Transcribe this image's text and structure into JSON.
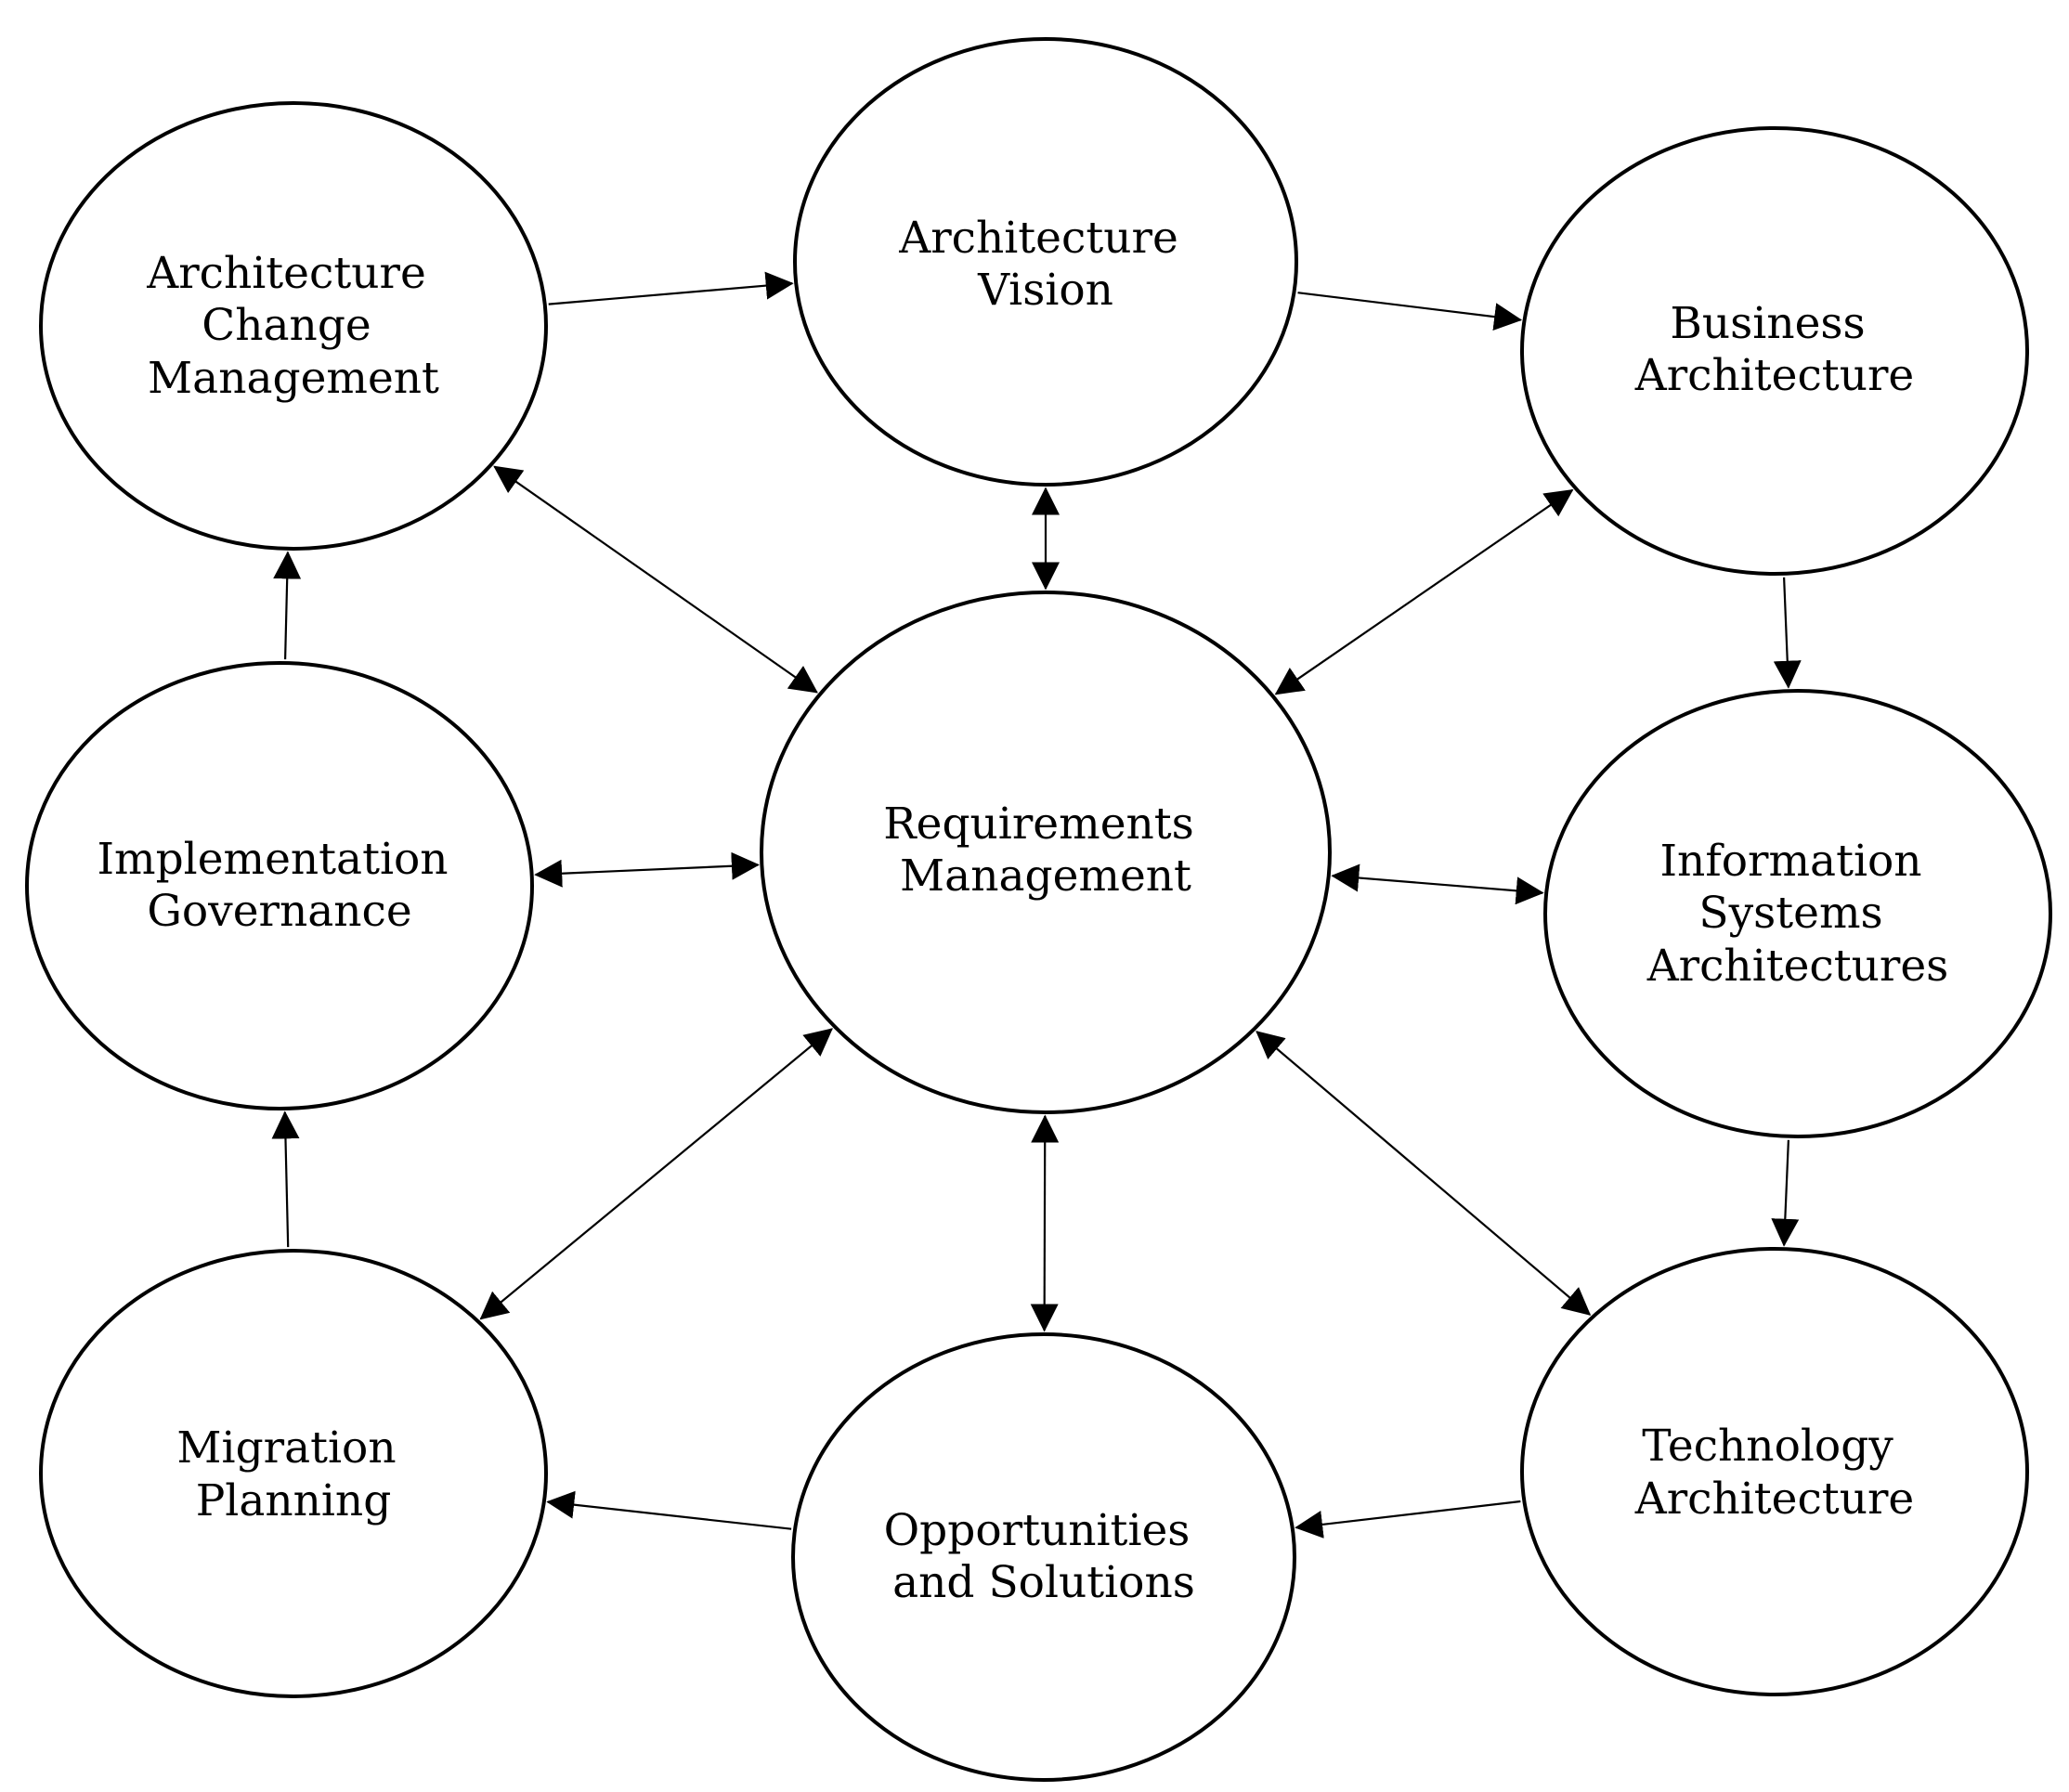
{
  "nodes": {
    "architecture_vision": {
      "label": [
        "Architecture",
        "Vision"
      ]
    },
    "business_architecture": {
      "label": [
        "Business",
        "Architecture"
      ]
    },
    "information_systems_architectures": {
      "label": [
        "Information",
        "Systems",
        "Architectures"
      ]
    },
    "technology_architecture": {
      "label": [
        "Technology",
        "Architecture"
      ]
    },
    "opportunities_and_solutions": {
      "label": [
        "Opportunities",
        "and Solutions"
      ]
    },
    "migration_planning": {
      "label": [
        "Migration",
        "Planning"
      ]
    },
    "implementation_governance": {
      "label": [
        "Implementation",
        "Governance"
      ]
    },
    "architecture_change_management": {
      "label": [
        "Architecture",
        "Change",
        "Management"
      ]
    },
    "requirements_management": {
      "label": [
        "Requirements",
        "Management"
      ]
    }
  },
  "edges": [
    {
      "from": "architecture_change_management",
      "to": "architecture_vision",
      "direction": "forward"
    },
    {
      "from": "architecture_vision",
      "to": "business_architecture",
      "direction": "forward"
    },
    {
      "from": "business_architecture",
      "to": "information_systems_architectures",
      "direction": "forward"
    },
    {
      "from": "information_systems_architectures",
      "to": "technology_architecture",
      "direction": "forward"
    },
    {
      "from": "technology_architecture",
      "to": "opportunities_and_solutions",
      "direction": "forward"
    },
    {
      "from": "opportunities_and_solutions",
      "to": "migration_planning",
      "direction": "forward"
    },
    {
      "from": "migration_planning",
      "to": "implementation_governance",
      "direction": "forward"
    },
    {
      "from": "implementation_governance",
      "to": "architecture_change_management",
      "direction": "forward"
    },
    {
      "from": "requirements_management",
      "to": "architecture_vision",
      "direction": "both"
    },
    {
      "from": "requirements_management",
      "to": "business_architecture",
      "direction": "both"
    },
    {
      "from": "requirements_management",
      "to": "information_systems_architectures",
      "direction": "both"
    },
    {
      "from": "requirements_management",
      "to": "technology_architecture",
      "direction": "both"
    },
    {
      "from": "requirements_management",
      "to": "opportunities_and_solutions",
      "direction": "both"
    },
    {
      "from": "requirements_management",
      "to": "migration_planning",
      "direction": "both"
    },
    {
      "from": "requirements_management",
      "to": "implementation_governance",
      "direction": "both"
    },
    {
      "from": "requirements_management",
      "to": "architecture_change_management",
      "direction": "both"
    }
  ]
}
